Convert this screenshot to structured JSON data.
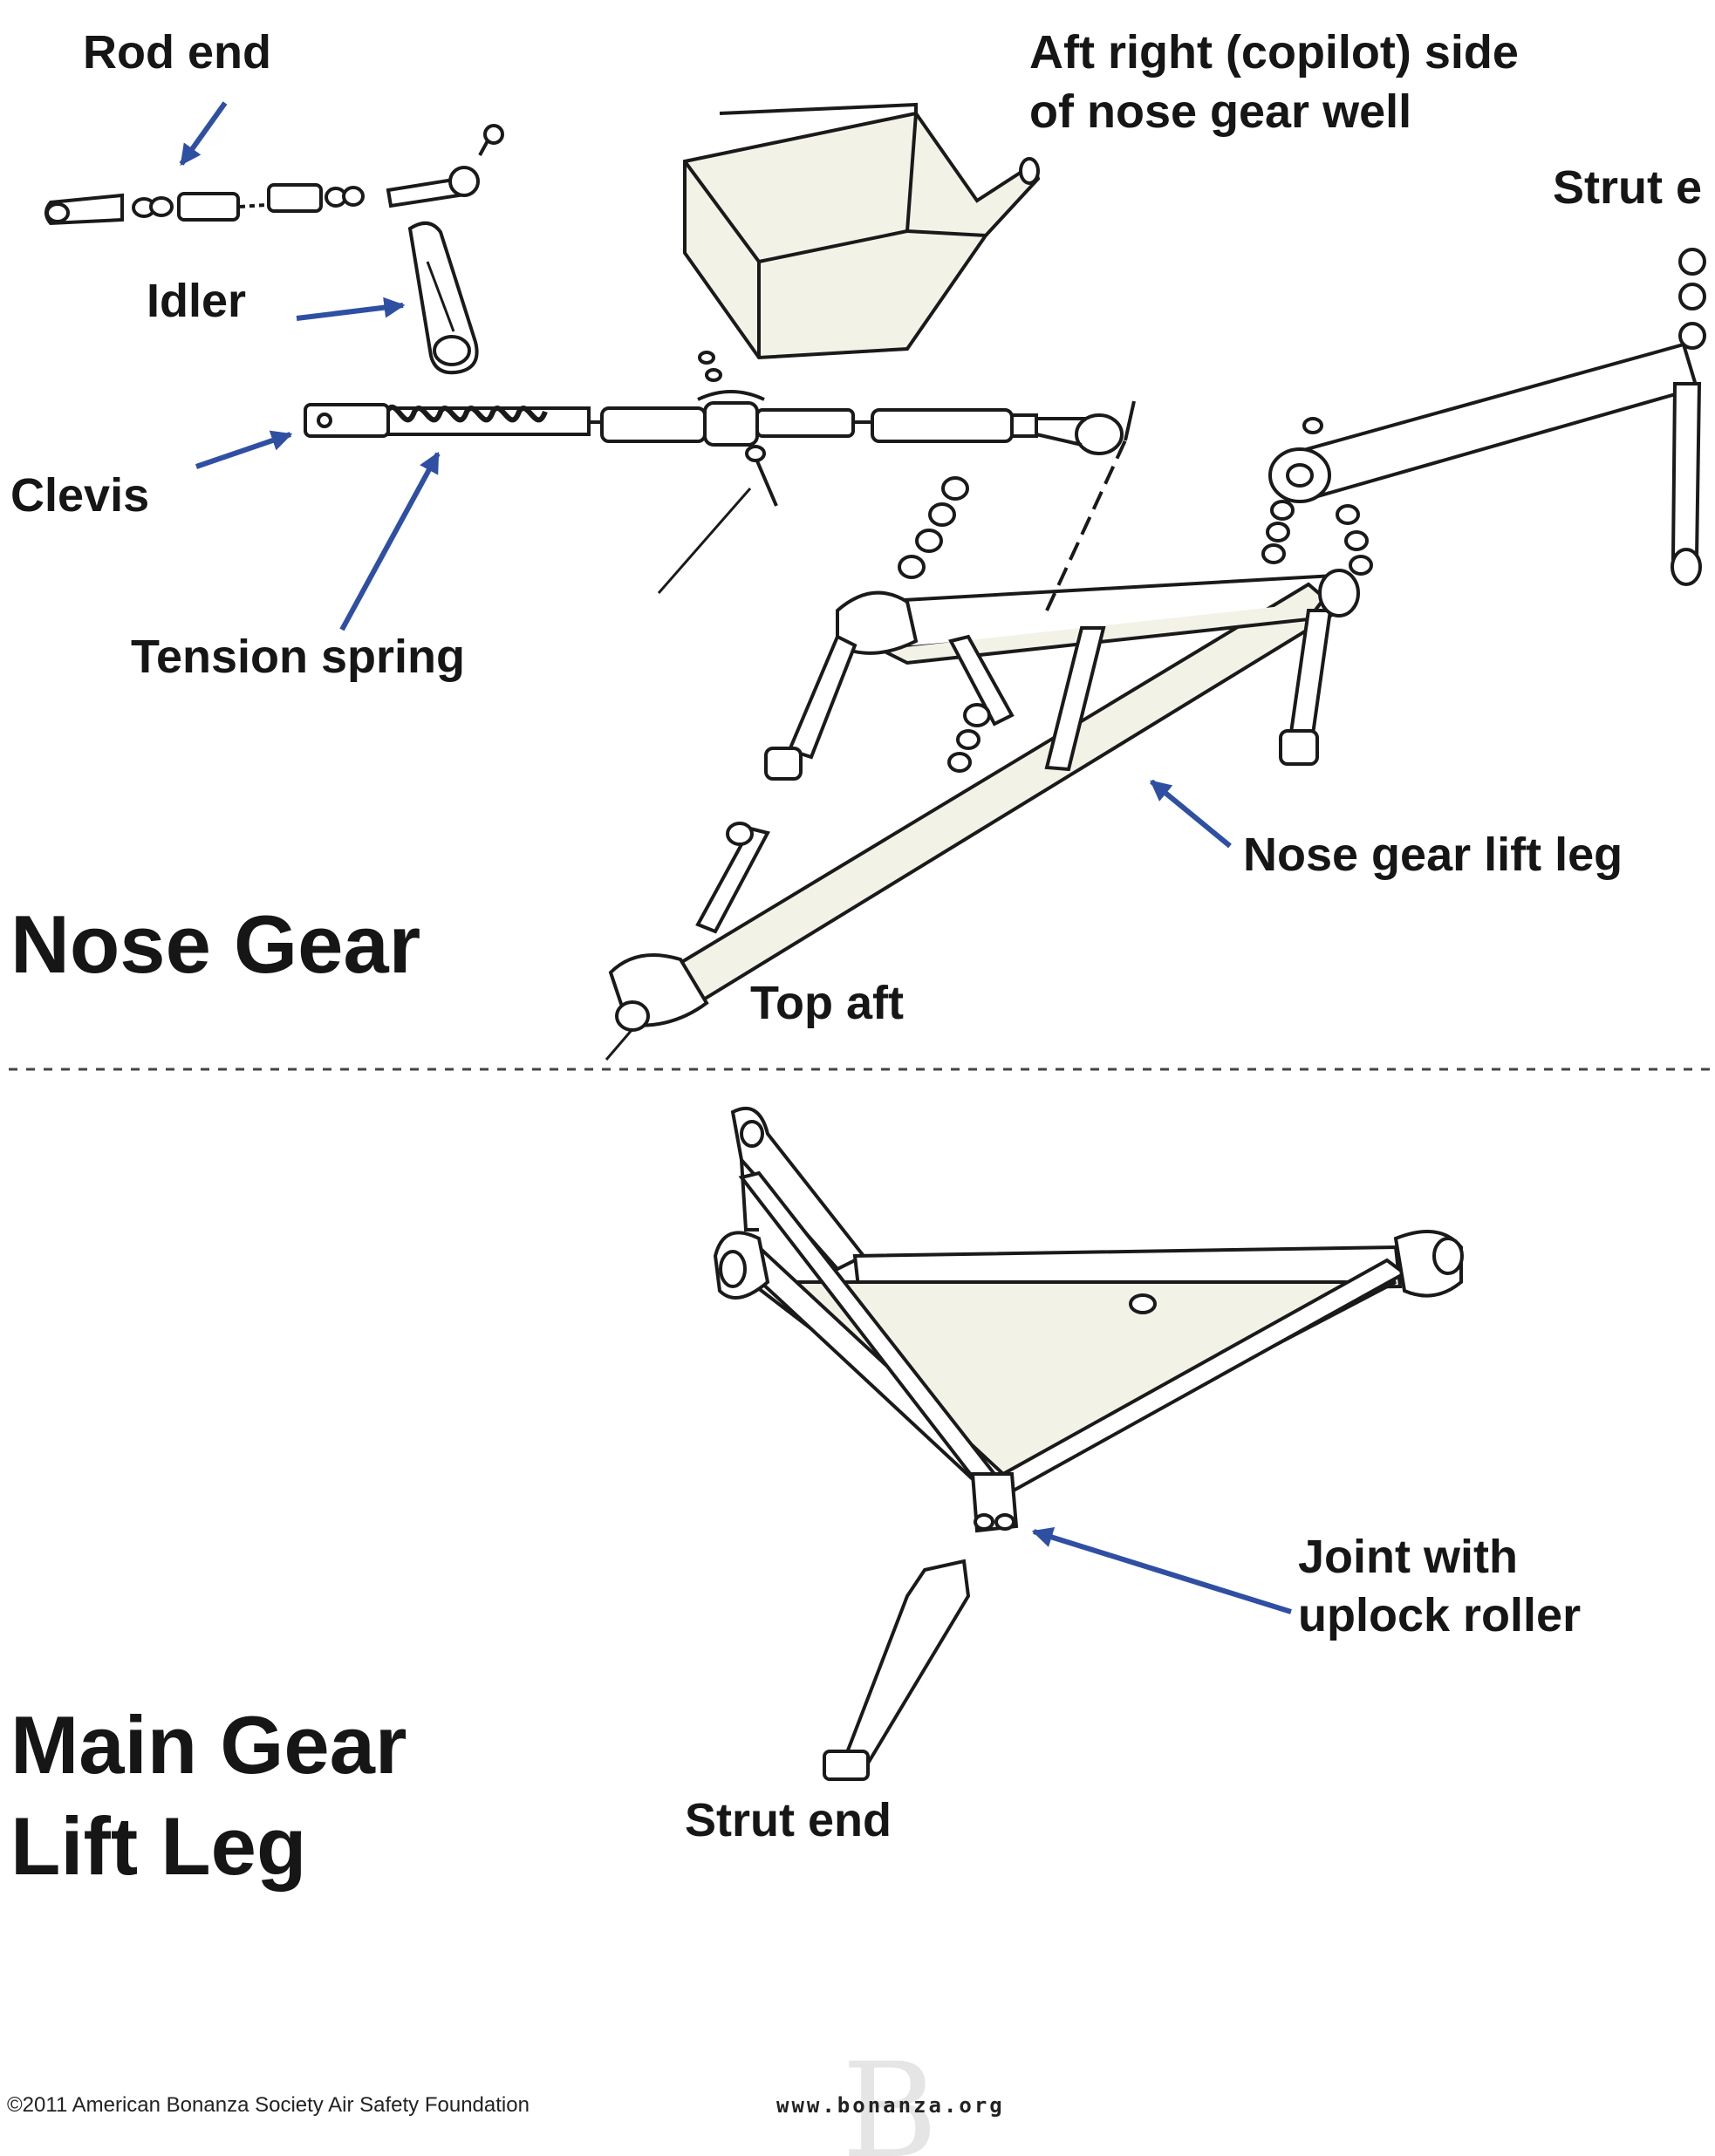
{
  "labels": {
    "rod_end": "Rod end",
    "idler": "Idler",
    "clevis": "Clevis",
    "tension_spring": "Tension spring",
    "aft_right_line1": "Aft right (copilot) side",
    "aft_right_line2": "of nose gear well",
    "strut_end_top": "Strut e",
    "nose_gear_lift_leg": "Nose gear lift leg",
    "top_aft": "Top aft",
    "joint_line1": "Joint with",
    "joint_line2": "uplock roller",
    "strut_end_bottom": "Strut end"
  },
  "headings": {
    "nose_gear": "Nose Gear",
    "main_gear_line1": "Main Gear",
    "main_gear_line2": "Lift Leg"
  },
  "footer": {
    "copyright": "©2011 American Bonanza Society Air Safety Foundation",
    "url": "www.bonanza.org",
    "watermark_letter": "B"
  },
  "colors": {
    "arrow": "#2f4fa3",
    "ink": "#1a1a1a",
    "panel_fill": "#f3f2e6"
  }
}
